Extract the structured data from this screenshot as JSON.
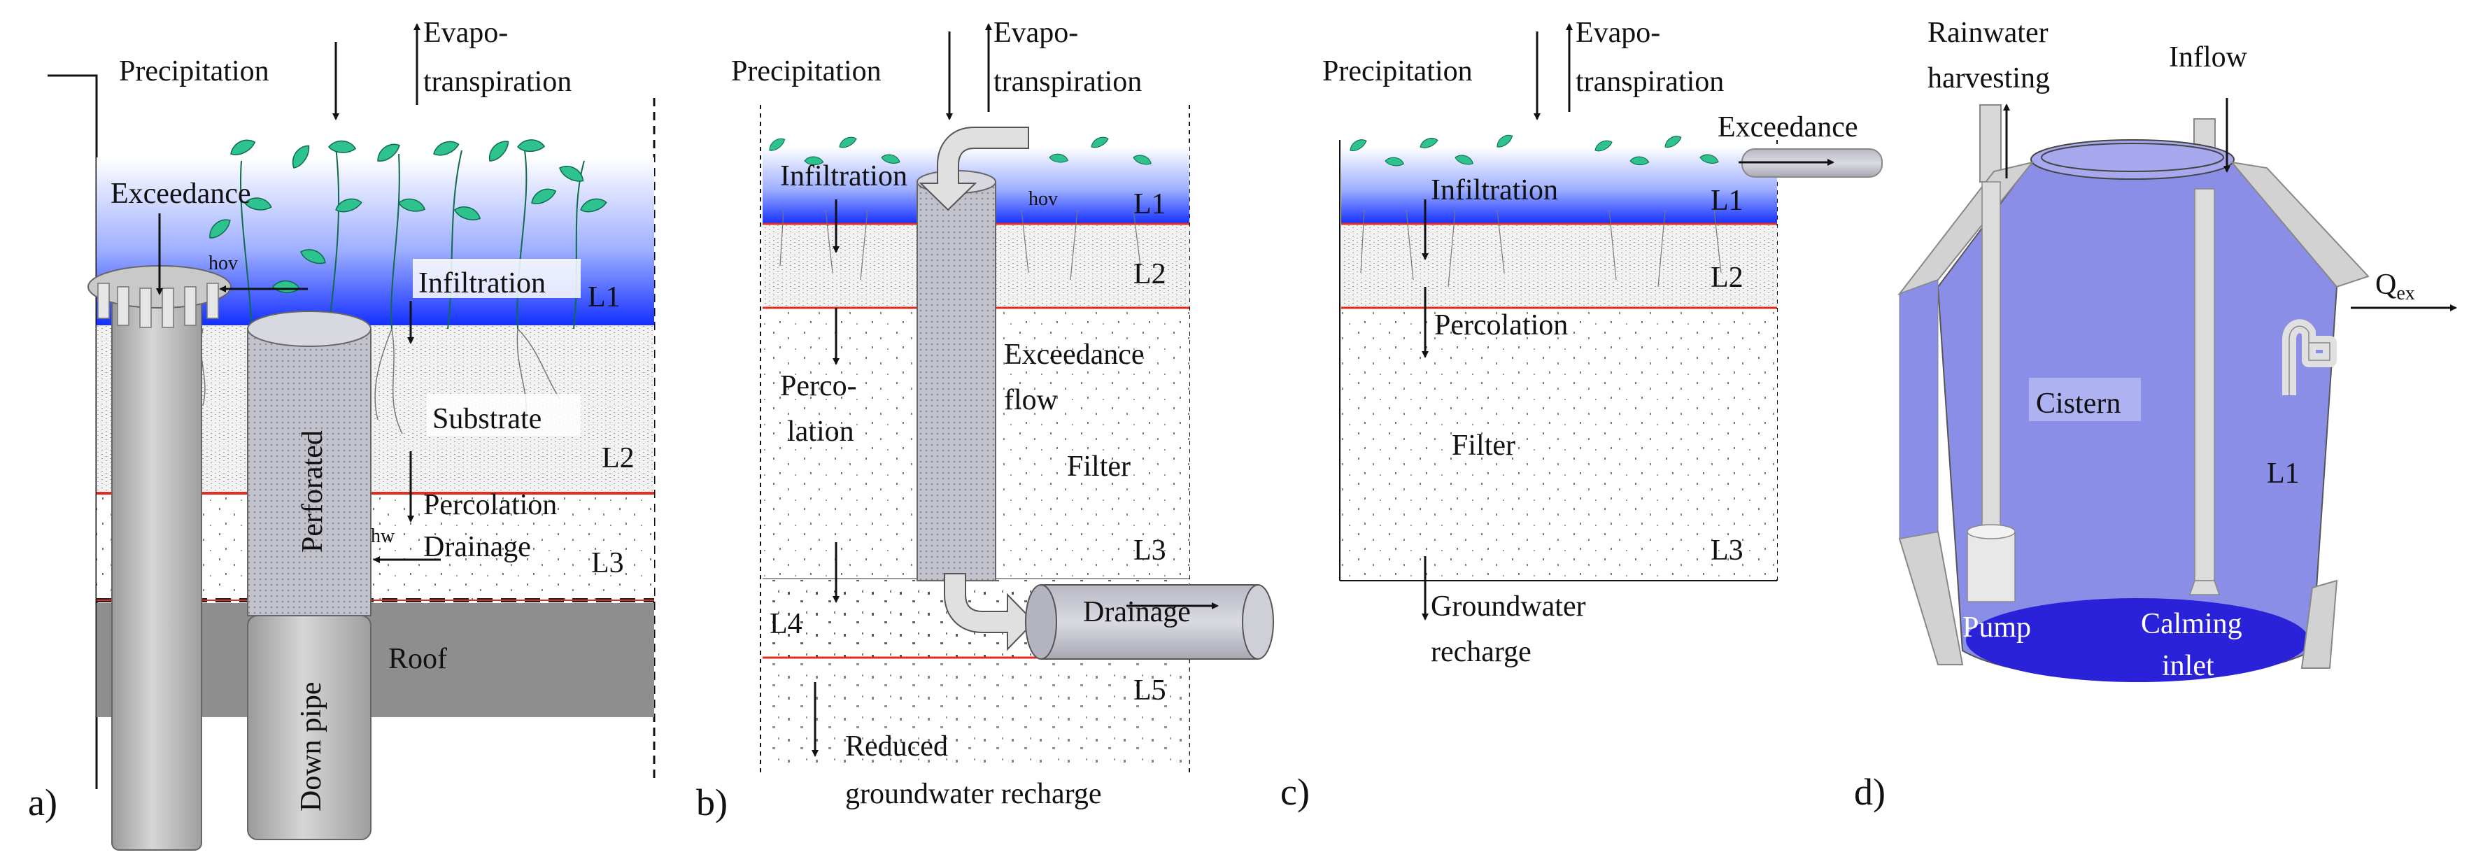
{
  "panel_a": {
    "tag": "a)",
    "precipitation": "Precipitation",
    "evapo_1": "Evapo-",
    "evapo_2": "transpiration",
    "exceedance": "Exceedance",
    "hov": "hov",
    "infiltration": "Infiltration",
    "l1": "L1",
    "perforated": "Perforated",
    "substrate": "Substrate",
    "l2": "L2",
    "percolation": "Percolation",
    "hw": "hw",
    "drainage": "Drainage",
    "l3": "L3",
    "down_pipe": "Down pipe",
    "roof": "Roof"
  },
  "panel_b": {
    "tag": "b)",
    "precipitation": "Precipitation",
    "evapo_1": "Evapo-",
    "evapo_2": "transpiration",
    "infiltration": "Infiltration",
    "hov": "hov",
    "l1": "L1",
    "l2": "L2",
    "perco_1": "Perco-",
    "perco_2": "lation",
    "exceedance_1": "Exceedance",
    "exceedance_2": "flow",
    "filter": "Filter",
    "l3": "L3",
    "l4": "L4",
    "drainage": "Drainage",
    "l5": "L5",
    "reduced_1": "Reduced",
    "reduced_2": "groundwater recharge"
  },
  "panel_c": {
    "tag": "c)",
    "precipitation": "Precipitation",
    "evapo_1": "Evapo-",
    "evapo_2": "transpiration",
    "exceedance": "Exceedance",
    "infiltration": "Infiltration",
    "l1": "L1",
    "l2": "L2",
    "percolation": "Percolation",
    "filter": "Filter",
    "l3": "L3",
    "groundwater_1": "Groundwater",
    "groundwater_2": "recharge"
  },
  "panel_d": {
    "tag": "d)",
    "rainwater_1": "Rainwater",
    "rainwater_2": "harvesting",
    "inflow": "Inflow",
    "qex": "Q",
    "qex_sub": "ex",
    "cistern": "Cistern",
    "l1": "L1",
    "pump": "Pump",
    "calming_1": "Calming",
    "calming_2": "inlet"
  },
  "colors": {
    "water_blue": "#1a3cff",
    "cistern_fill": "#8a8ee6",
    "cistern_dark": "#2a22d8",
    "pipe_gray": "#c4c4c4",
    "roof_gray": "#8e8e8e",
    "leaf_green": "#2ec28f",
    "boundary_red": "#e02b20"
  }
}
